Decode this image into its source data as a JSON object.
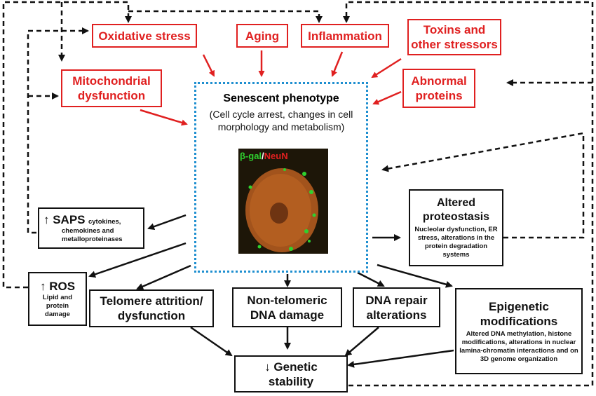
{
  "stressors": {
    "oxidative": "Oxidative stress",
    "aging": "Aging",
    "inflammation": "Inflammation",
    "toxins": "Toxins and other stressors",
    "mitochondrial": "Mitochondrial dysfunction",
    "abnormal_proteins": "Abnormal proteins"
  },
  "center": {
    "title": "Senescent phenotype",
    "subtitle": "(Cell cycle arrest, changes in cell morphology and metabolism)",
    "image_label_bgal": "β-gal",
    "image_label_sep": "/",
    "image_label_neun": "NeuN"
  },
  "saps": {
    "title": "↑ SAPS",
    "detail_inline": "cytokines,",
    "detail": "chemokines and metalloproteinases"
  },
  "proteostasis": {
    "title": "Altered proteostasis",
    "detail": "Nucleolar dysfunction, ER stress, alterations in the protein degradation systems"
  },
  "ros": {
    "title": "↑ ROS",
    "detail": "Lipid and protein damage"
  },
  "telomere": {
    "title": "Telomere attrition/ dysfunction"
  },
  "non_telomeric": {
    "title": "Non-telomeric DNA damage"
  },
  "dna_repair": {
    "title": "DNA repair alterations"
  },
  "epigenetic": {
    "title": "Epigenetic modifications",
    "detail": "Altered DNA methylation, histone modifications, alterations in nuclear lamina-chromatin interactions and on 3D genome organization"
  },
  "genetic_stability": {
    "title": "↓ Genetic stability"
  },
  "colors": {
    "stressor": "#e02020",
    "center_border": "#1f8fd0",
    "bgal": "#2fd12f",
    "neun": "#e02020",
    "line": "#111111"
  }
}
